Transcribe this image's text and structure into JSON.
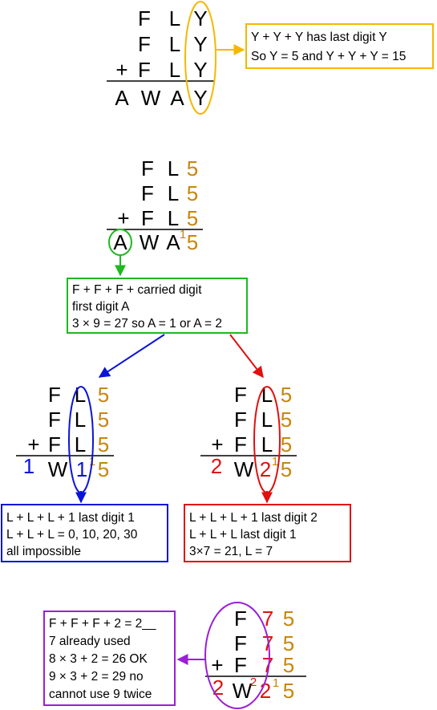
{
  "colors": {
    "black": "#000000",
    "gold": "#c8860b",
    "orange_outline": "#f5b800",
    "green": "#1fb81f",
    "blue": "#0a14d8",
    "red": "#e01010",
    "purple": "#9a1fd6"
  },
  "step1": {
    "rows": [
      [
        "F",
        "L",
        "Y"
      ],
      [
        "F",
        "L",
        "Y"
      ],
      [
        "F",
        "L",
        "Y"
      ]
    ],
    "plus": "+",
    "result": [
      "A",
      "W",
      "A",
      "Y"
    ],
    "note": [
      "Y + Y + Y has last digit Y",
      "So Y = 5 and Y + Y + Y = 15"
    ]
  },
  "step2": {
    "rows": [
      [
        "F",
        "L",
        "5"
      ],
      [
        "F",
        "L",
        "5"
      ],
      [
        "F",
        "L",
        "5"
      ]
    ],
    "plus": "+",
    "result": [
      "A",
      "W",
      "A",
      "5"
    ],
    "carry": "1",
    "note": [
      "F + F + F + carried digit",
      "first digit A",
      "3 × 9 = 27 so A = 1 or A = 2"
    ]
  },
  "left_case": {
    "rows": [
      [
        "F",
        "L",
        "5"
      ],
      [
        "F",
        "L",
        "5"
      ],
      [
        "F",
        "L",
        "5"
      ]
    ],
    "plus": "+",
    "result": [
      "1",
      "W",
      "1",
      "5"
    ],
    "carry": "1",
    "note": [
      "L + L + L + 1 last digit 1",
      "L + L + L = 0, 10, 20, 30",
      "all impossible"
    ]
  },
  "right_case": {
    "rows": [
      [
        "F",
        "L",
        "5"
      ],
      [
        "F",
        "L",
        "5"
      ],
      [
        "F",
        "L",
        "5"
      ]
    ],
    "plus": "+",
    "result": [
      "2",
      "W",
      "2",
      "5"
    ],
    "carry": "1",
    "note": [
      "L + L + L + 1 last digit 2",
      "L + L + L last digit 1",
      "3×7 = 21, L = 7"
    ]
  },
  "step4": {
    "rows": [
      [
        "F",
        "7",
        "5"
      ],
      [
        "F",
        "7",
        "5"
      ],
      [
        "F",
        "7",
        "5"
      ]
    ],
    "plus": "+",
    "result": [
      "2",
      "W",
      "2",
      "5"
    ],
    "carry_w": "2",
    "carry": "1",
    "note": [
      "F + F + F + 2 = 2__",
      "7 already used",
      "8 × 3 + 2 = 26 OK",
      "9 × 3 + 2 = 29 no",
      "cannot use 9 twice"
    ]
  }
}
